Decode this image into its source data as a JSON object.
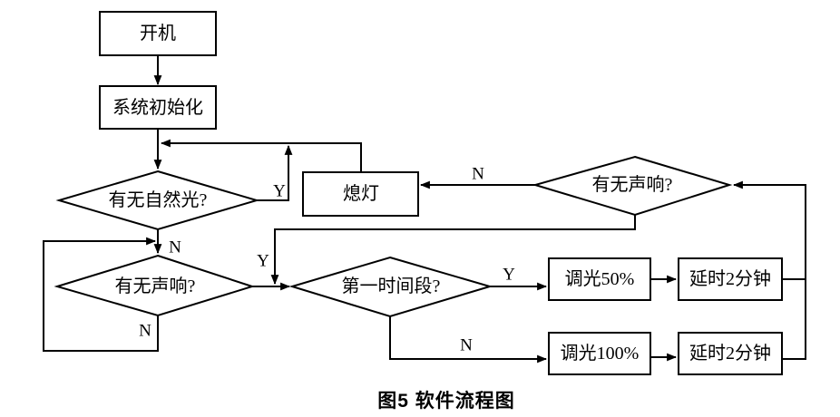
{
  "diagram": {
    "type": "flowchart",
    "caption": "图5  软件流程图"
  },
  "nodes": {
    "start": {
      "shape": "process",
      "label": "开机"
    },
    "init": {
      "shape": "process",
      "label": "系统初始化"
    },
    "light_off": {
      "shape": "process",
      "label": "熄灯"
    },
    "natural_light": {
      "shape": "decision",
      "label": "有无自然光?"
    },
    "sound_left": {
      "shape": "decision",
      "label": "有无声响?"
    },
    "time_period": {
      "shape": "decision",
      "label": "第一时间段?"
    },
    "sound_right": {
      "shape": "decision",
      "label": "有无声响?"
    },
    "dim_50": {
      "shape": "process",
      "label": "调光50%"
    },
    "delay_top": {
      "shape": "process",
      "label": "延时2分钟"
    },
    "dim_100": {
      "shape": "process",
      "label": "调光100%"
    },
    "delay_bottom": {
      "shape": "process",
      "label": "延时2分钟"
    }
  },
  "edge_labels": {
    "natural_light_yes": "Y",
    "natural_light_no": "N",
    "sound_left_no": "N",
    "sound_left_yes": "Y",
    "time_period_yes": "Y",
    "time_period_no": "N",
    "sound_right_no": "N"
  },
  "colors": {
    "line": "#000000",
    "fill": "#ffffff",
    "background": "#ffffff"
  }
}
